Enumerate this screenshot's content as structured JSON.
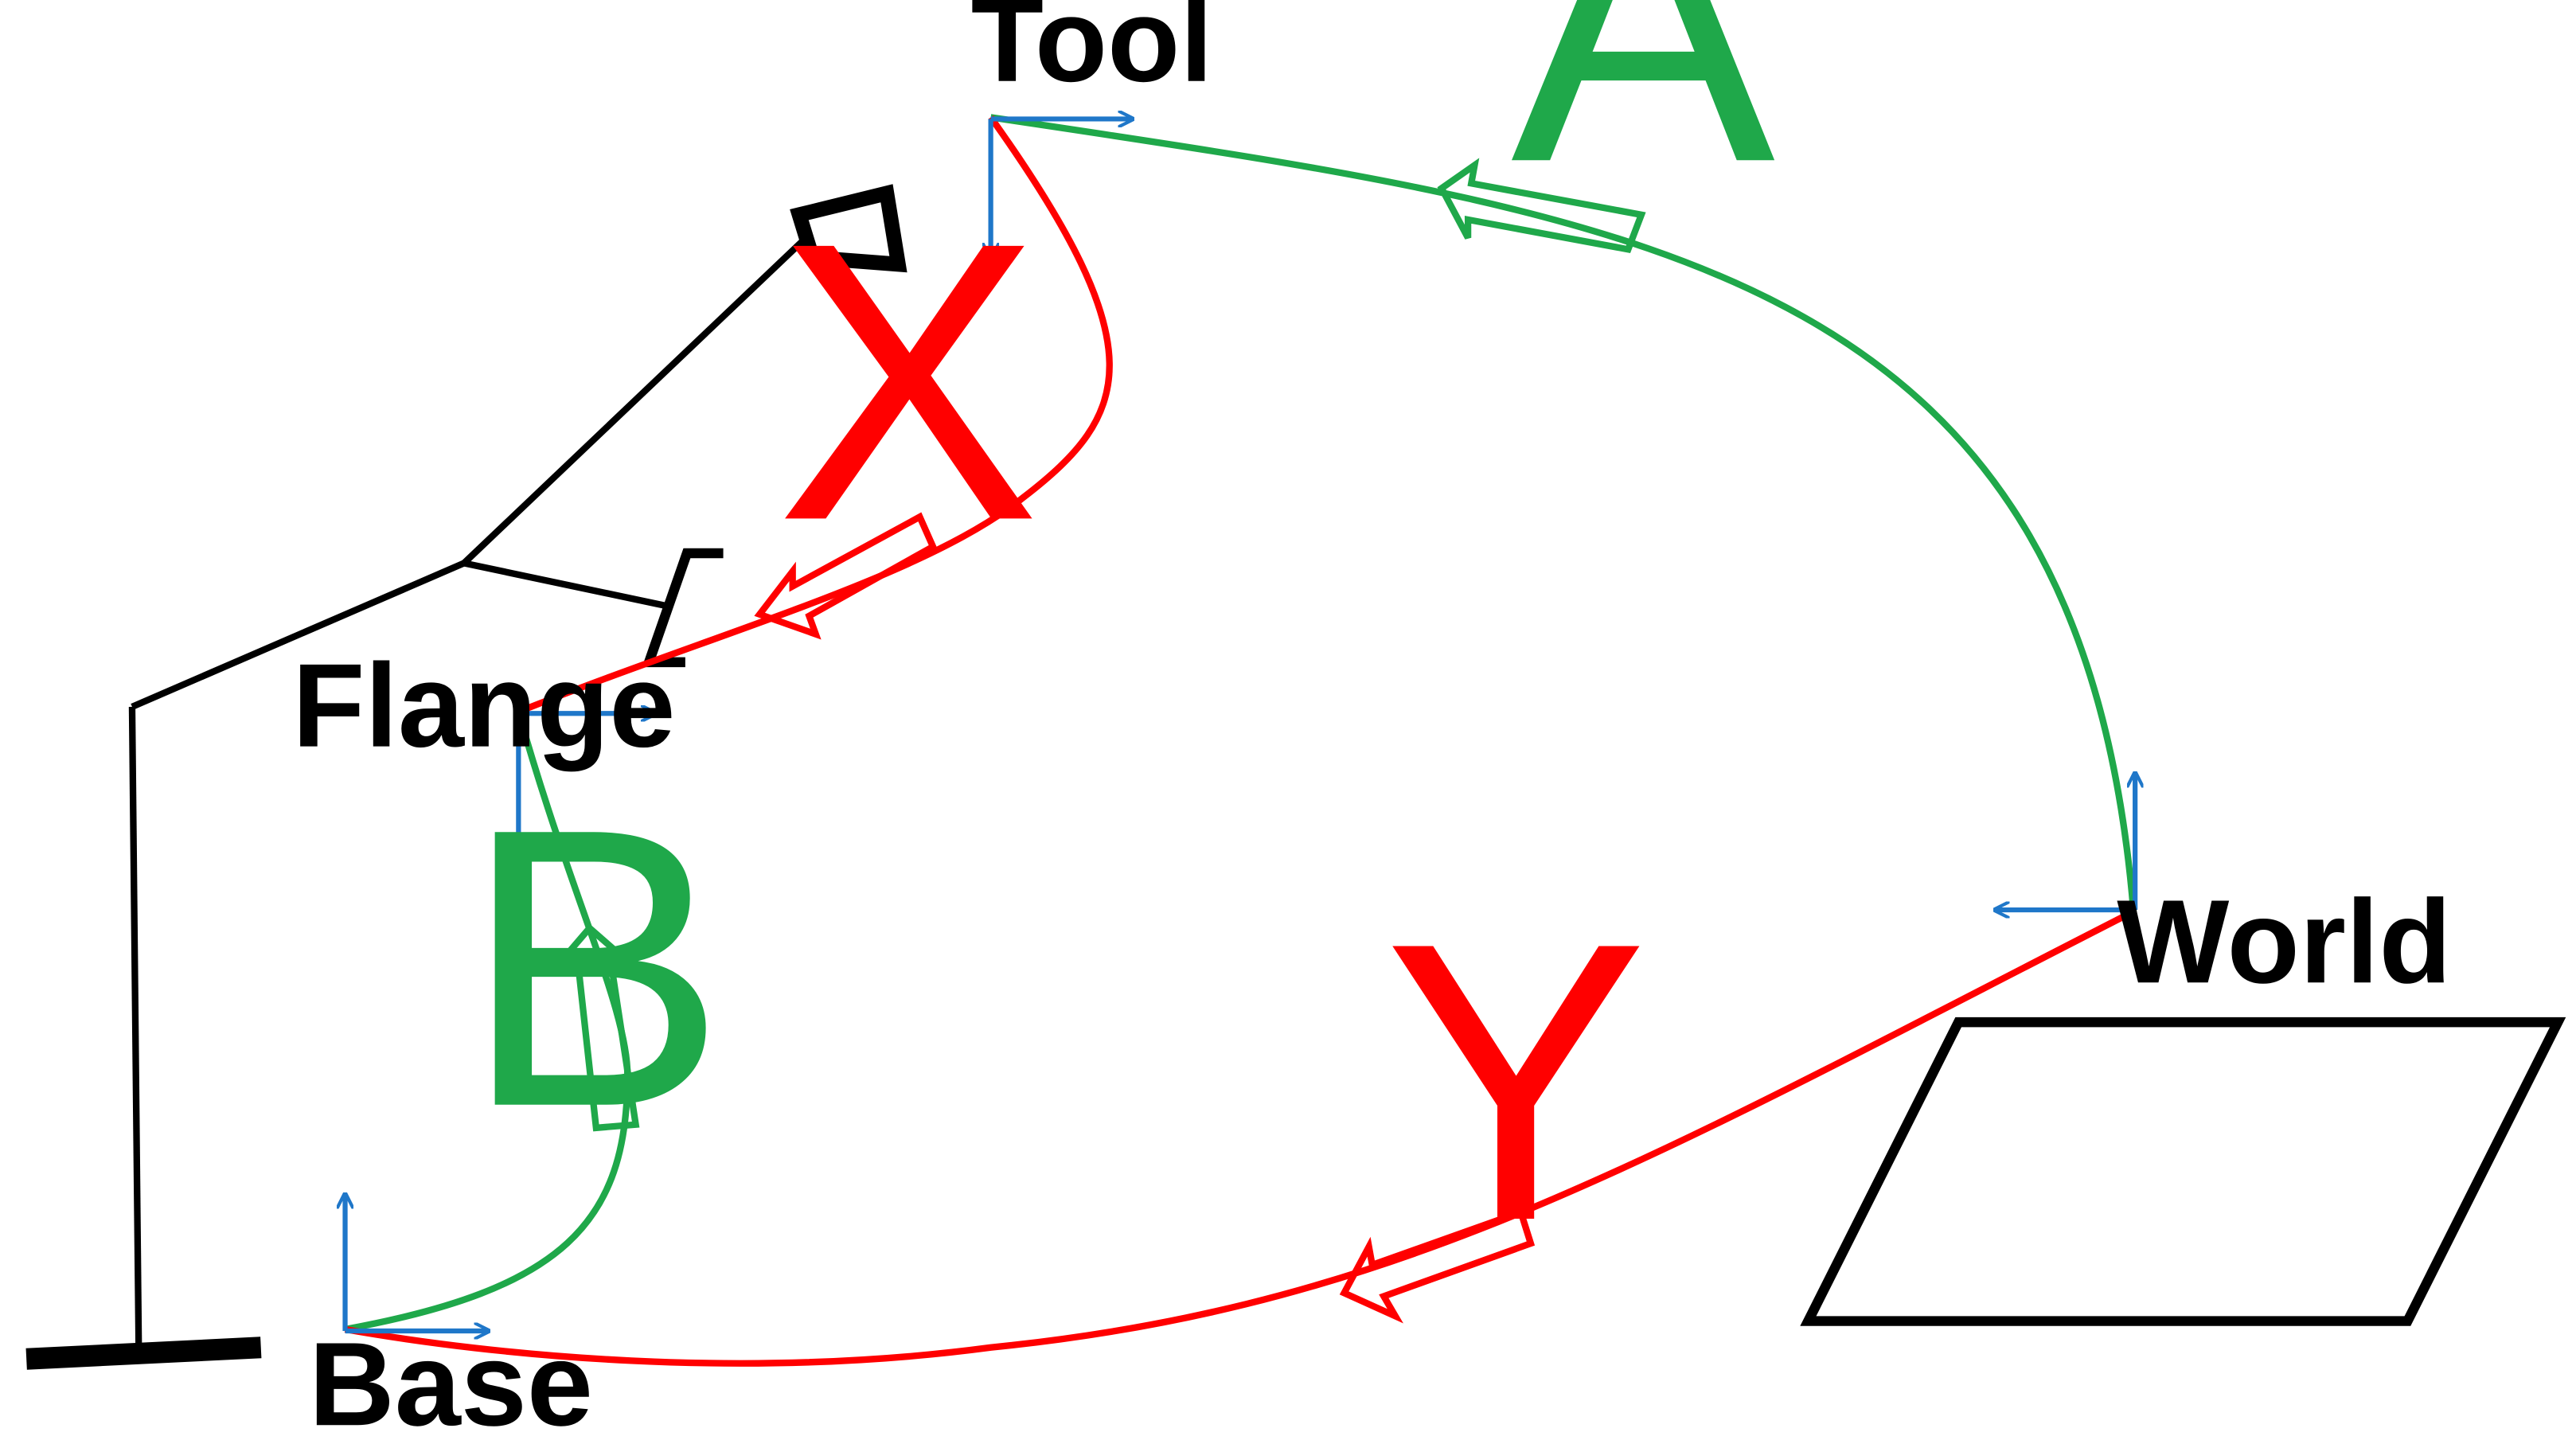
{
  "colors": {
    "green": "#1fa84a",
    "red": "#ff0000",
    "blue": "#1f77c9",
    "black": "#000000"
  },
  "frames": {
    "tool": "Tool",
    "flange": "Flange",
    "base": "Base",
    "world": "World"
  },
  "transforms": {
    "a": "A",
    "b": "B",
    "x": "X",
    "y": "Y"
  }
}
